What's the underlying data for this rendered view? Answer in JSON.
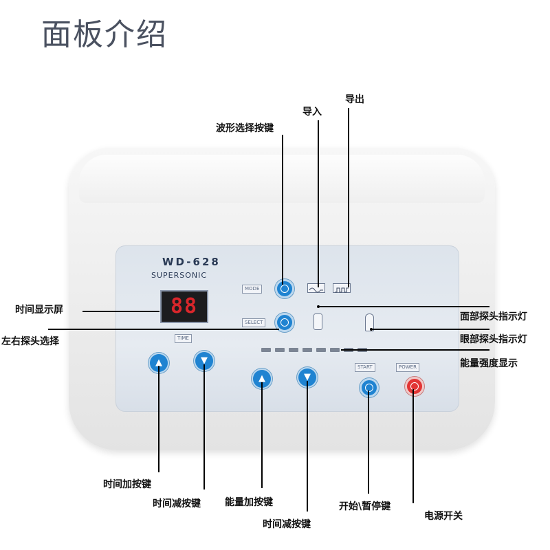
{
  "title": "面板介绍",
  "device": {
    "brand": "WD-628",
    "model_sub": "SUPERSONIC",
    "display_value": "88",
    "panel_labels": {
      "mode": "MODE",
      "select": "SELECT",
      "time": "TIME",
      "start": "START",
      "power": "POWER"
    },
    "energy_level_bars": 8
  },
  "annotations": {
    "wave_select": "波形选择按键",
    "import": "导入",
    "export": "导出",
    "time_display": "时间显示屏",
    "face_probe_indicator": "面部探头指示灯",
    "left_right_probe_select": "左右探头选择",
    "eye_probe_indicator": "眼部探头指示灯",
    "energy_display": "能量强度显示",
    "time_add": "时间加按键",
    "time_sub": "时间减按键",
    "energy_add": "能量加按键",
    "energy_sub": "时间减按键",
    "start_pause": "开始\\暂停键",
    "power_switch": "电源开关"
  },
  "colors": {
    "button_blue": "#1f83d1",
    "button_red": "#e23434",
    "display_digits": "#d9262b",
    "title": "#4a5160"
  },
  "icons": {
    "import_wave": "wave-import-icon",
    "export_wave": "wave-export-icon",
    "face_probe": "face-probe-icon",
    "eye_probe": "eye-probe-icon",
    "up_arrow": "arrow-up-icon",
    "down_arrow": "arrow-down-icon"
  }
}
